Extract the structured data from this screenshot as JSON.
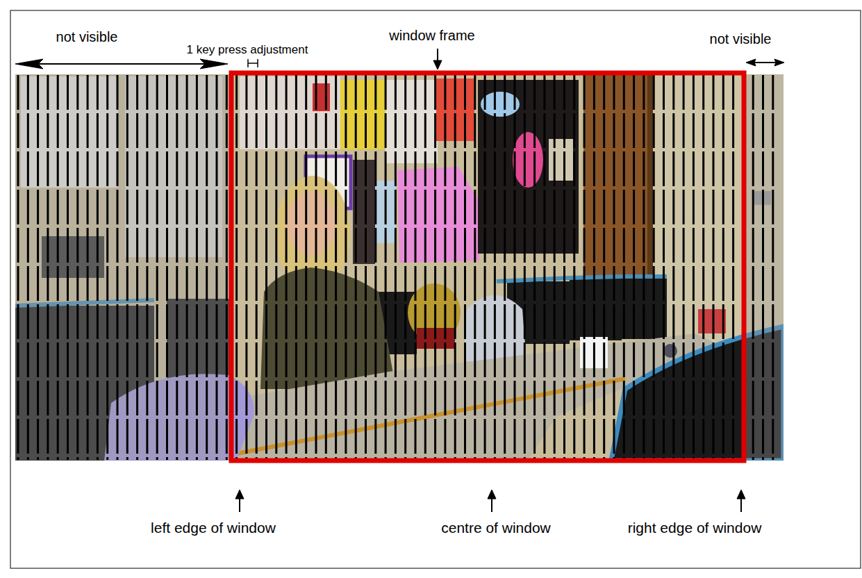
{
  "diagram": {
    "labels": [
      "not visible",
      "1 key press adjustment",
      "window frame",
      "not visible",
      "left edge of window",
      "centre of window",
      "right edge of window"
    ]
  }
}
